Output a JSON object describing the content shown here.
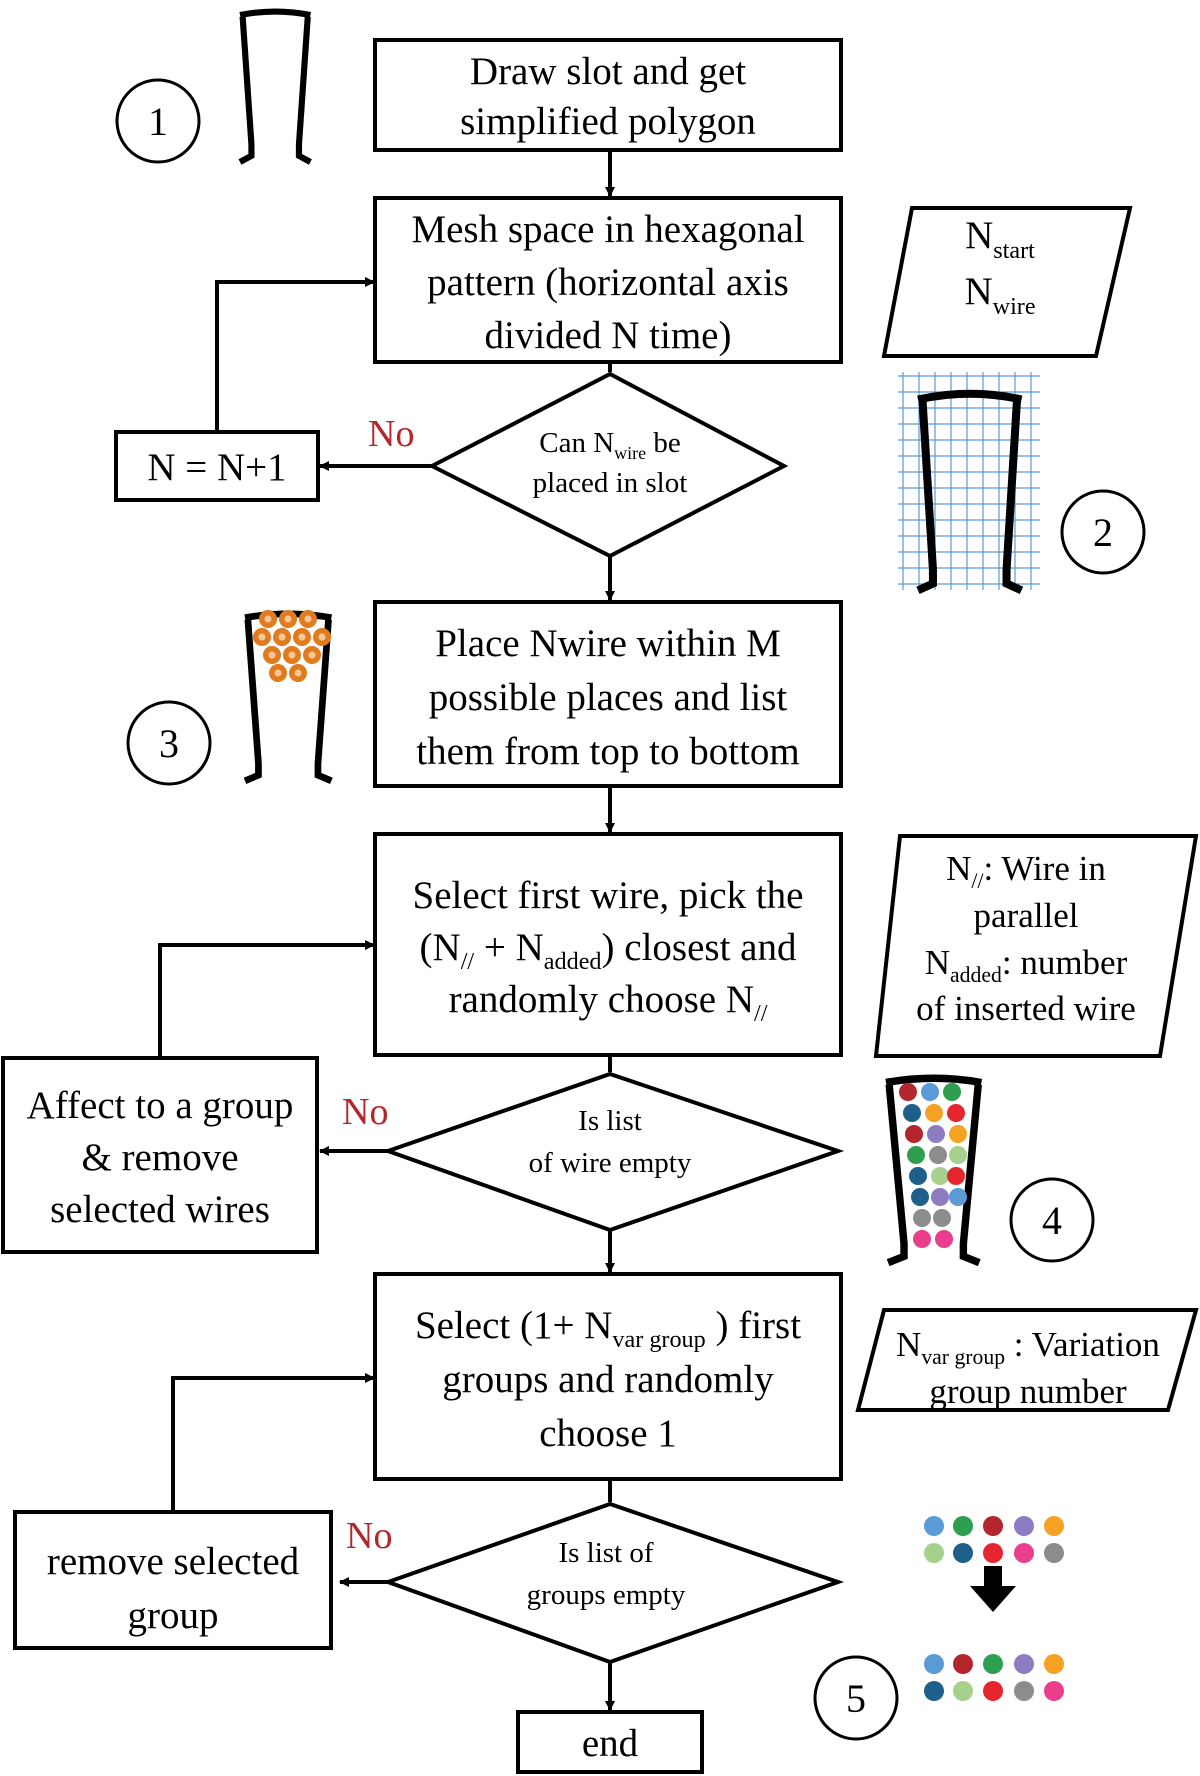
{
  "steps": {
    "s1": [
      "Draw slot and get",
      "simplified polygon"
    ],
    "s2": [
      "Mesh space in hexagonal",
      "pattern (horizontal axis",
      "divided N time)"
    ],
    "s3": [
      "Place Nwire within M",
      "possible places and list",
      "them from top to bottom"
    ],
    "s4": {
      "line1": "Select first wire, pick the",
      "l2_a": "(N",
      "l2_sub1": "//",
      "l2_b": " + N",
      "l2_sub2": "added",
      "l2_c": ") closest and",
      "l3_a": "randomly choose N",
      "l3_sub": "//"
    },
    "s5": {
      "l1_a": "Select (1+ N",
      "l1_sub": "var group",
      "l1_b": " ) first",
      "line2": "groups and randomly",
      "line3": "choose 1"
    },
    "end": "end"
  },
  "decisions": {
    "d1": {
      "l1_a": "Can N",
      "l1_sub": "wire",
      "l1_b": " be",
      "line2": "placed in slot"
    },
    "d2": {
      "line1": "Is list",
      "line2": "of wire empty"
    },
    "d3": {
      "line1": "Is list of",
      "line2": "groups empty"
    }
  },
  "loops": {
    "l1": "N = N+1",
    "l2": [
      "Affect to a group",
      "& remove",
      "selected wires"
    ],
    "l3": [
      "remove selected",
      "group"
    ]
  },
  "no_label": "No",
  "inputs": {
    "i1": {
      "n1": "N",
      "sub1": "start",
      "n2": "N",
      "sub2": "wire"
    },
    "i2": {
      "l1_a": "N",
      "l1_sub": "//",
      "l1_b": ": Wire in",
      "line2": "parallel",
      "l3_a": "N",
      "l3_sub": "added",
      "l3_b": ": number",
      "line4": "of inserted wire"
    },
    "i3": {
      "l1_a": "N",
      "l1_sub": "var group",
      "l1_b": " : Variation",
      "line2": "group number"
    }
  },
  "step_numbers": [
    "1",
    "2",
    "3",
    "4",
    "5"
  ],
  "colors": {
    "no_label": "#b3262b",
    "grid": "#5b9bd5",
    "wire_fill": "#e07b20",
    "wire_core": "#f7c79a",
    "group_palette": [
      "#5b9bd5",
      "#2e9e4f",
      "#b3262b",
      "#8e7cc3",
      "#f4a124",
      "#a8d08d",
      "#1f5f8b",
      "#e6262e",
      "#e83e8c",
      "#8c8c8c"
    ]
  }
}
